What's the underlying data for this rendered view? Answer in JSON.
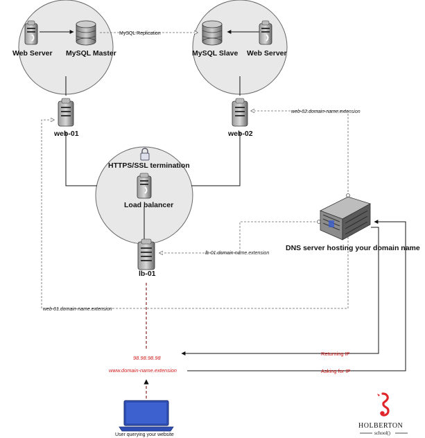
{
  "labels": {
    "web_server_left": "Web Server",
    "mysql_master": "MySQL Master",
    "mysql_replication": "MySQL Replication",
    "mysql_slave": "MySQL Slave",
    "web_server_right": "Web Server",
    "web01": "web-01",
    "web02": "web-02",
    "https_ssl": "HTTPS/SSL termination",
    "load_balancer": "Load balancer",
    "lb01": "lb-01",
    "dns_server": "DNS server hosting your domain name",
    "web02_domain": "web-02.domain-name.extension",
    "lb01_domain": "lb-01.domain-name.extension",
    "web01_domain": "web-01.domain-name.extension",
    "ip": "98.98.98.98",
    "domain": "www.domain-name.extension",
    "returning_ip": "Returning IP",
    "asking_ip": "Asking for IP",
    "user": "User querying your website"
  },
  "brand": {
    "name": "HOLBERTON",
    "sub": "school()"
  },
  "colors": {
    "red": "#d01818",
    "circle_fill": "#e8e8e8",
    "laptop_blue": "#2f4fb5"
  }
}
